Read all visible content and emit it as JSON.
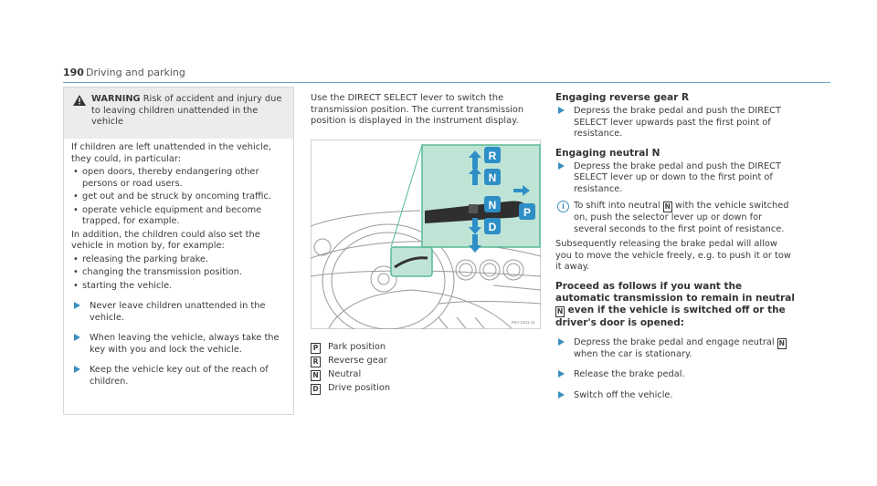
{
  "header": {
    "page_number": "190",
    "section_title": "Driving and parking"
  },
  "warning_box": {
    "warning_label": "WARNING",
    "warning_text": "Risk of accident and injury due to leaving children unattended in the vehicle",
    "intro": "If children are left unattended in the vehicle, they could, in particular:",
    "bullets": [
      "open doors, thereby endangering other persons or road users.",
      "get out and be struck by oncoming traffic.",
      "operate vehicle equipment and become trapped, for example."
    ],
    "motion_intro": "In addition, the children could also set the vehicle in motion by, for example:",
    "motion_bullets": [
      "releasing the parking brake.",
      "changing the transmission position.",
      "starting the vehicle."
    ],
    "steps": [
      "Never leave children unattended in the vehicle.",
      "When leaving the vehicle, always take the key with you and lock the vehicle.",
      "Keep the vehicle key out of the reach of children."
    ]
  },
  "middle": {
    "intro": "Use the DIRECT SELECT lever to switch the transmission position. The current transmission position is displayed in the instrument display.",
    "illustration_code": "P5Y-1401-31",
    "illustration_labels": [
      "R",
      "N",
      "N",
      "D",
      "P"
    ],
    "legend": [
      {
        "key": "P",
        "text": "Park position"
      },
      {
        "key": "R",
        "text": "Reverse gear"
      },
      {
        "key": "N",
        "text": "Neutral"
      },
      {
        "key": "D",
        "text": "Drive position"
      }
    ]
  },
  "right": {
    "reverse_heading": "Engaging reverse gear R",
    "reverse_step": "Depress the brake pedal and push the DIRECT SELECT lever upwards past the first point of resistance.",
    "neutral_heading": "Engaging neutral N",
    "neutral_step": "Depress the brake pedal and push the DIRECT SELECT lever up or down to the first point of resistance.",
    "tip_pre": "To shift into neutral",
    "tip_key": "N",
    "tip_post": "with the vehicle switched on, push the selector lever up or down for several seconds to the first point of resistance.",
    "subsequent_text": "Subsequently releasing the brake pedal will allow you to move the vehicle freely, e.g. to push it or tow it away.",
    "proceed_heading_pre": "Proceed as follows if you want the automatic transmission to remain in neutral",
    "proceed_key": "N",
    "proceed_heading_post": "even if the vehicle is switched off or the driver's door is opened:",
    "proceed_step1_pre": "Depress the brake pedal and engage neutral",
    "proceed_step1_key": "N",
    "proceed_step1_post": "when the car is stationary.",
    "proceed_step2": "Release the brake pedal.",
    "proceed_step3": "Switch off the vehicle."
  }
}
